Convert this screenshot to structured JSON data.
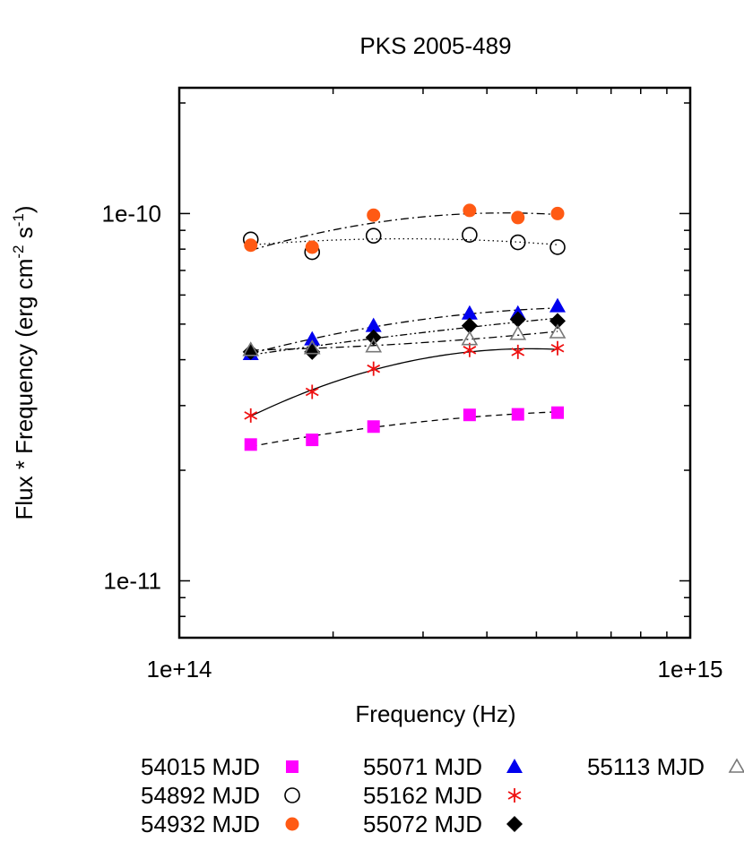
{
  "chart_data": {
    "type": "scatter",
    "title": "PKS 2005-489",
    "xlabel": "Frequency (Hz)",
    "ylabel": "Flux * Frequency  (erg cm^-2 s^-1)",
    "ylabel_parts": {
      "a": "Flux * Frequency  (erg cm",
      "e1": "-2",
      "b": " s",
      "e2": "-1",
      "c": ")"
    },
    "x_scale": "log",
    "y_scale": "log",
    "xlim": [
      100000000000000.0,
      1000000000000000.0
    ],
    "ylim": [
      7e-12,
      2.2e-10
    ],
    "x_ticks": [
      {
        "value": 100000000000000.0,
        "label": "1e+14"
      },
      {
        "value": 1000000000000000.0,
        "label": "1e+15"
      }
    ],
    "y_ticks": [
      {
        "value": 1e-11,
        "label": "1e-11"
      },
      {
        "value": 1e-10,
        "label": "1e-10"
      }
    ],
    "grid": false,
    "legend_position": "bottom",
    "series": [
      {
        "name": "54015 MJD",
        "marker": "filled-square",
        "color": "#ff00ff",
        "line": "dashed",
        "x": [
          138000000000000.0,
          182000000000000.0,
          240000000000000.0,
          370000000000000.0,
          460000000000000.0,
          550000000000000.0
        ],
        "y": [
          2.35e-11,
          2.42e-11,
          2.63e-11,
          2.83e-11,
          2.84e-11,
          2.87e-11
        ]
      },
      {
        "name": "54892 MJD",
        "marker": "open-circle",
        "color": "#000000",
        "line": "dotted",
        "x": [
          138000000000000.0,
          182000000000000.0,
          240000000000000.0,
          370000000000000.0,
          460000000000000.0,
          550000000000000.0
        ],
        "y": [
          8.5e-11,
          7.85e-11,
          8.7e-11,
          8.75e-11,
          8.35e-11,
          8.1e-11
        ]
      },
      {
        "name": "54932 MJD",
        "marker": "filled-circle",
        "color": "#ff5a14",
        "line": "dash-dot",
        "x": [
          138000000000000.0,
          182000000000000.0,
          240000000000000.0,
          370000000000000.0,
          460000000000000.0,
          550000000000000.0
        ],
        "y": [
          8.2e-11,
          8.1e-11,
          9.9e-11,
          1.02e-10,
          9.75e-11,
          1e-10
        ]
      },
      {
        "name": "55071 MJD",
        "marker": "filled-triangle",
        "color": "#0000ee",
        "line": "dash-dot",
        "x": [
          138000000000000.0,
          182000000000000.0,
          240000000000000.0,
          370000000000000.0,
          460000000000000.0,
          550000000000000.0
        ],
        "y": [
          4.15e-11,
          4.55e-11,
          4.95e-11,
          5.35e-11,
          5.35e-11,
          5.6e-11
        ]
      },
      {
        "name": "55162 MJD",
        "marker": "asterisk",
        "color": "#ee1111",
        "line": "solid",
        "x": [
          138000000000000.0,
          182000000000000.0,
          240000000000000.0,
          370000000000000.0,
          460000000000000.0,
          550000000000000.0
        ],
        "y": [
          2.82e-11,
          3.27e-11,
          3.78e-11,
          4.25e-11,
          4.2e-11,
          4.3e-11
        ]
      },
      {
        "name": "55072 MJD",
        "marker": "filled-diamond",
        "color": "#000000",
        "line": "dash-dot-dot",
        "x": [
          138000000000000.0,
          182000000000000.0,
          240000000000000.0,
          370000000000000.0,
          460000000000000.0,
          550000000000000.0
        ],
        "y": [
          4.2e-11,
          4.2e-11,
          4.6e-11,
          4.95e-11,
          5.15e-11,
          5.1e-11
        ]
      },
      {
        "name": "55113 MJD",
        "marker": "open-triangle",
        "color": "#777777",
        "line": "dash-dot",
        "x": [
          138000000000000.0,
          182000000000000.0,
          240000000000000.0,
          370000000000000.0,
          460000000000000.0,
          550000000000000.0
        ],
        "y": [
          4.25e-11,
          4.3e-11,
          4.35e-11,
          4.55e-11,
          4.7e-11,
          4.75e-11
        ]
      }
    ]
  }
}
